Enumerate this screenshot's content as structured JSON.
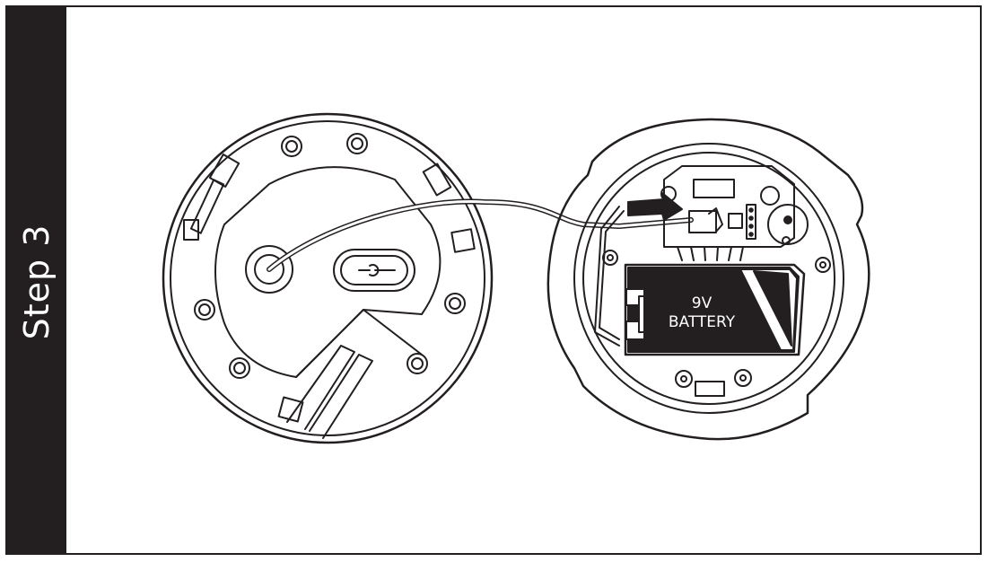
{
  "step": {
    "label": "Step 3"
  },
  "battery": {
    "voltage": "9V",
    "type": "BATTERY"
  },
  "colors": {
    "ink": "#231f20",
    "panel": "#231f20",
    "paper": "#ffffff",
    "battery_label": "#6d6e70"
  }
}
